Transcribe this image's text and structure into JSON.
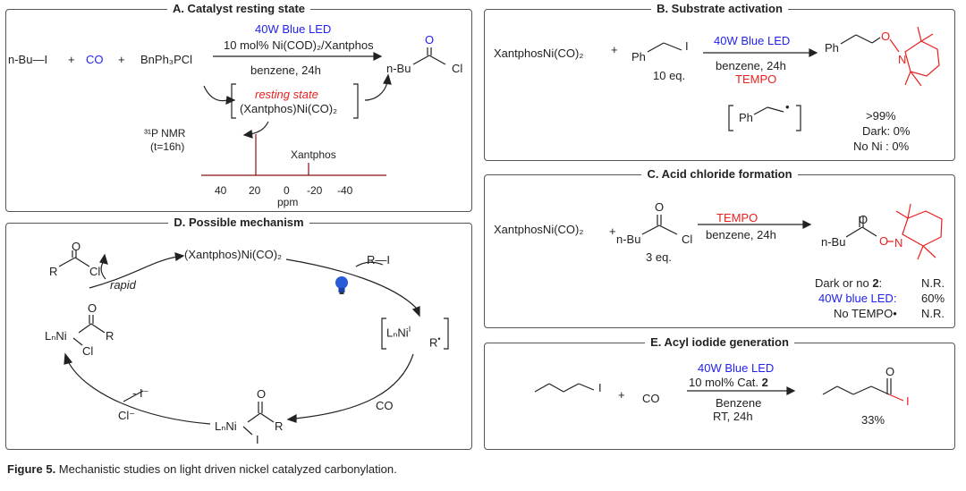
{
  "colors": {
    "blue": "#2222ee",
    "red": "#e82020",
    "nmr": "#8a1010",
    "bulb": "#2a5bd7"
  },
  "panel_a": {
    "title": "A. Catalyst resting state",
    "nBuI": "n-Bu—I",
    "plus": "+",
    "co": "CO",
    "bnph3pcl": "BnPh₃PCl",
    "led": "40W Blue LED",
    "cond1": "10 mol% Ni(COD)₂/Xantphos",
    "cond2": "benzene, 24h",
    "product_o": "O",
    "product_r": "n-Bu",
    "product_cl": "Cl",
    "resting_label": "resting state",
    "resting_complex": "(Xantphos)Ni(CO)₂",
    "nmr_label1": "³¹P NMR",
    "nmr_label2": "(t=16h)",
    "xantphos": "Xantphos",
    "ticks": [
      "40",
      "20",
      "0",
      "-20",
      "-40"
    ],
    "ppm": "ppm"
  },
  "panel_b": {
    "title": "B. Substrate activation",
    "reagent": "XantphosNi(CO)₂",
    "plus": "+",
    "ph": "Ph",
    "iodide": "I",
    "eq": "10 eq.",
    "led": "40W Blue LED",
    "cond": "benzene, 24h",
    "tempo": "TEMPO",
    "prod_ph": "Ph",
    "prod_o": "O",
    "prod_n": "N",
    "radical_ph": "Ph",
    "radical_dot": "•",
    "results": [
      ">99%",
      "Dark: 0%",
      "No Ni : 0%"
    ]
  },
  "panel_c": {
    "title": "C. Acid chloride formation",
    "reagent": "XantphosNi(CO)₂",
    "plus": "+",
    "o": "O",
    "r": "n-Bu",
    "cl": "Cl",
    "eq": "3 eq.",
    "tempo": "TEMPO",
    "cond": "benzene, 24h",
    "prod_r": "n-Bu",
    "prod_o1": "O",
    "prod_o2": "O",
    "prod_n": "N",
    "results": [
      {
        "label": "Dark or no ",
        "bold": "2",
        "after": ":",
        "value": "N.R."
      },
      {
        "label": "40W blue LED:",
        "value": "60%"
      },
      {
        "label": "No TEMPO•",
        "value": "N.R."
      }
    ]
  },
  "panel_d": {
    "title": "D. Possible mechanism",
    "top_complex": "(Xantphos)Ni(CO)₂",
    "rx": "R—I",
    "acyl_o": "O",
    "acyl_r": "R",
    "acyl_cl": "Cl",
    "rapid": "rapid",
    "ni_radical_l": "LₙNi",
    "ni_radical_sup": "I",
    "ni_radical_r": "R",
    "left_lni": "LₙNi",
    "left_o": "O",
    "left_r": "R",
    "left_cl": "Cl",
    "bottom_lni": "LₙNi",
    "bottom_o": "O",
    "bottom_r": "R",
    "bottom_i": "I",
    "minus_i": "- I⁻",
    "cl_minus": "Cl⁻",
    "co": "CO"
  },
  "panel_e": {
    "title": "E. Acyl iodide generation",
    "iodide": "I",
    "plus": "+",
    "co": "CO",
    "led": "40W Blue LED",
    "cat_pre": "10 mol% Cat. ",
    "cat_bold": "2",
    "solvent": "Benzene",
    "cond": "RT, 24h",
    "prod_o": "O",
    "prod_i": "I",
    "yield": "33%"
  },
  "caption": {
    "bold": "Figure 5.",
    "text": " Mechanistic studies on light driven nickel catalyzed carbonylation."
  }
}
